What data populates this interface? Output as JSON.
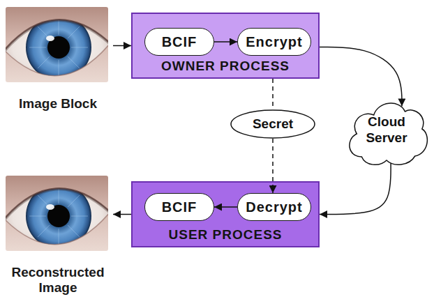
{
  "diagram": {
    "nodes": [
      {
        "text": [
          "Image Block"
        ]
      },
      {
        "text": [
          "OWNER PROCESS"
        ]
      },
      {
        "text": [
          "BCIF"
        ],
        "in": 1
      },
      {
        "text": [
          "Encrypt"
        ],
        "in": 1
      },
      {
        "text": [
          "Secret"
        ]
      },
      {
        "text": [
          "Cloud Server"
        ]
      },
      {
        "text": [
          "Reconstructed Image"
        ]
      },
      {
        "text": [
          "USER PROCESS"
        ]
      },
      {
        "text": [
          "BCIF"
        ],
        "in": 7
      },
      {
        "text": [
          "Decrypt"
        ],
        "in": 7
      }
    ],
    "edges": [
      {
        "from": 0,
        "to": 1,
        "arrow": "to"
      },
      {
        "from": 2,
        "to": 3,
        "arrow": "to"
      },
      {
        "from": 1,
        "to": 4,
        "arrow": "none"
      },
      {
        "from": 4,
        "to": 9,
        "arrow": "to"
      },
      {
        "from": 1,
        "to": 5,
        "arrow": "to"
      },
      {
        "from": 5,
        "to": 7,
        "arrow": "to"
      },
      {
        "from": 9,
        "to": 8,
        "arrow": "to"
      },
      {
        "from": 7,
        "to": 6,
        "arrow": "to"
      }
    ]
  }
}
